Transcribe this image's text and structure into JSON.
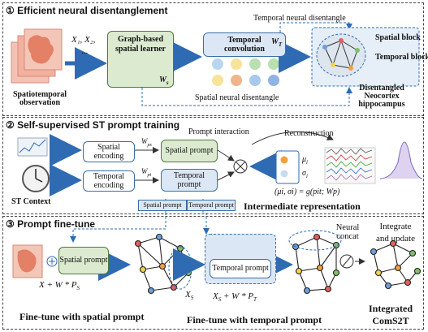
{
  "section1": {
    "number": "①",
    "title": "Efficient neural disentanglement",
    "input_label_line1": "Spatiotemporal",
    "input_label_line2": "observation",
    "x_seq": "X₁, X₂,",
    "x_dots": "...",
    "graph_learner_line1": "Graph-based",
    "graph_learner_line2": "spatial learner",
    "ws_label": "W",
    "ws_sub": "s",
    "temporal_conv_line1": "Temporal",
    "temporal_conv_line2": "convolution",
    "wt_label": "W",
    "wt_sub": "T",
    "temporal_disentangle": "Temporal neural disentangle",
    "spatial_disentangle": "Spatial neural disentangle",
    "spatial_block": "Spatial block",
    "temporal_block": "Temporal block",
    "output_line1": "Disentangled",
    "output_line2": "Neocortex",
    "output_line3": "hippocampus"
  },
  "section2": {
    "number": "②",
    "title": "Self-supervised ST prompt training",
    "prompt_interaction": "Prompt interaction",
    "reconstruction": "Reconstruction",
    "spatial_encoding": "Spatial encoding",
    "temporal_encoding": "Temporal encoding",
    "wps": "W",
    "wps_sub": "ps",
    "wpt": "W",
    "wpt_sub": "pt",
    "spatial_prompt": "Spatial prompt",
    "temporal_prompt": "Temporal prompt",
    "mu": "μ",
    "mu_sub": "i",
    "sigma": "σ",
    "sigma_sub": "i",
    "equation": "(μi, σi) = g(pit; Wp)",
    "st_context": "ST Context",
    "intermediate": "Intermediate representation",
    "tab_spatial": "Spatial prompt",
    "tab_temporal": "Temporal prompt"
  },
  "section3": {
    "number": "③",
    "title": "Prompt fine-tune",
    "spatial_prompt": "Spatial prompt",
    "eq1": "X + W * P",
    "eq1_sub": "S",
    "xs": "X",
    "xs_sub": "S",
    "temporal_prompt": "Temporal prompt",
    "eq2": "X",
    "eq2_mid": " + W * P",
    "eq2_sub_a": "S",
    "eq2_sub_b": "T",
    "neural_concat_line1": "Neural",
    "neural_concat_line2": "concat",
    "integrate_line1": "Integrate",
    "integrate_line2": "and update",
    "caption_spatial": "Fine-tune with spatial prompt",
    "caption_temporal": "Fine-tune with temporal prompt",
    "integrated_line1": "Integrated",
    "integrated_line2": "ComS2T"
  },
  "colors": {
    "accent_blue": "#3a6ea5",
    "green_fill": "#dcebd0",
    "blue_fill": "#dbe7f4",
    "heat_red": "#e8836b"
  }
}
